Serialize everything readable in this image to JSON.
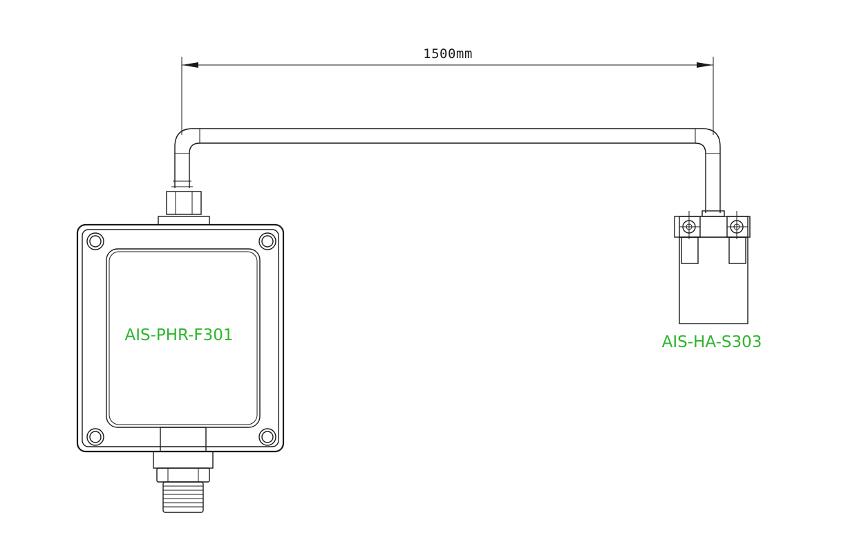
{
  "dimension": {
    "length_label": "1500mm"
  },
  "components": {
    "main_unit": {
      "label": "AIS-PHR-F301"
    },
    "sensor": {
      "label": "AIS-HA-S303"
    }
  },
  "colors": {
    "label": "#2db52d",
    "line": "#1a1a1a"
  }
}
